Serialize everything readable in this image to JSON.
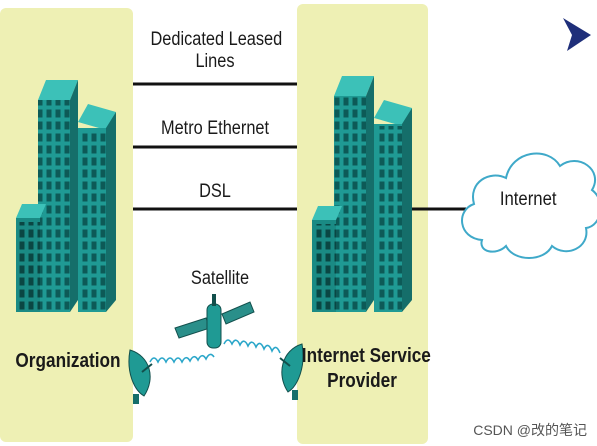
{
  "connections": {
    "dedicated_line1": "Dedicated Leased",
    "dedicated_line2": "Lines",
    "metro": "Metro Ethernet",
    "dsl": "DSL",
    "satellite": "Satellite"
  },
  "nodes": {
    "organization": "Organization",
    "isp_line1": "Internet Service",
    "isp_line2": "Provider",
    "internet": "Internet"
  },
  "watermark": "CSDN @改的笔记",
  "colors": {
    "panel": "#eef0b4",
    "building_front": "#1f9a94",
    "building_side": "#156e6a",
    "window": "#0d5a57",
    "line": "#111111",
    "cloud_stroke": "#3fa9c9",
    "nav_icon": "#1f2f7a"
  },
  "icons": [
    "organization-building-icon",
    "isp-building-icon",
    "satellite-icon",
    "satellite-dish-icon",
    "internet-cloud-icon",
    "next-arrow-icon"
  ]
}
